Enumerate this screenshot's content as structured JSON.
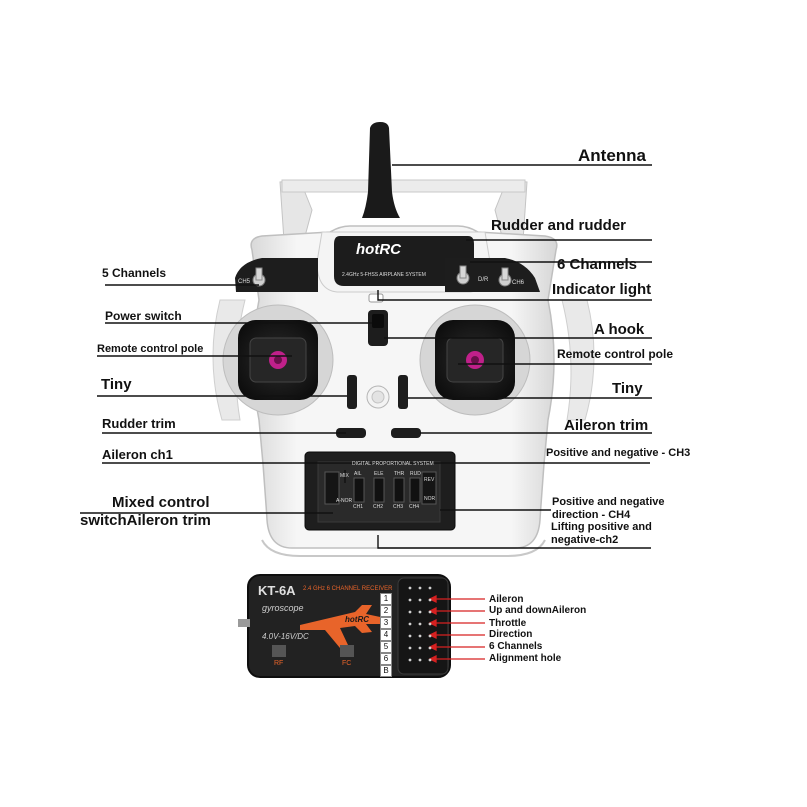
{
  "labels": {
    "antenna": "Antenna",
    "rudder_and_rudder": "Rudder and rudder",
    "five_channels": "5 Channels",
    "six_channels": "6 Channels",
    "indicator_light": "Indicator light",
    "power_switch": "Power switch",
    "a_hook": "A hook",
    "remote_pole_left": "Remote control pole",
    "remote_pole_right": "Remote control pole",
    "tiny_left": "Tiny",
    "tiny_right": "Tiny",
    "rudder_trim": "Rudder trim",
    "aileron_trim": "Aileron trim",
    "aileron_ch1": "Aileron ch1",
    "pos_neg_ch3": "Positive and negative - CH3",
    "mixed_line1": "Mixed control",
    "mixed_line2": "switchAileron trim",
    "ch4_line1": "Positive and negative",
    "ch4_line2": "direction - CH4",
    "ch2_line1": "Lifting positive and",
    "ch2_line2": "negative-ch2"
  },
  "transmitter": {
    "brand": "hotRC",
    "subtitle": "2.4GHz 5-FHSS AIRPLANE SYSTEM",
    "switch_left_text": "CH5",
    "switch_right_a": "D/R",
    "switch_right_b": "CH6",
    "panel_header": "DIGITAL PROPORTIONAL SYSTEM",
    "panel_mix": "MIX",
    "panel_anor": "A-NOR",
    "panel_rev": "REV",
    "panel_nor": "NOR",
    "panel_channels": [
      "AIL",
      "ELE",
      "THR",
      "RUD"
    ],
    "panel_bottom": [
      "CH1",
      "CH2",
      "CH3",
      "CH4"
    ]
  },
  "receiver": {
    "model": "KT-6A",
    "freq": "2.4 GHz 6 CHANNEL RECEIVER",
    "gyro": "gyroscope",
    "brand": "hotRC",
    "voltage": "4.0V-16V/DC",
    "rf": "RF",
    "fc": "FC",
    "ports": [
      "1",
      "2",
      "3",
      "4",
      "5",
      "6",
      "B"
    ],
    "port_labels": [
      "Aileron",
      "Up and downAileron",
      "Throttle",
      "Direction",
      "6 Channels",
      "Alignment hole"
    ]
  },
  "colors": {
    "body_white": "#f1f1f1",
    "body_shadow": "#c9c9c9",
    "panel_black": "#1e1e1e",
    "accent_orange": "#e8642a",
    "stick_pink": "#c0208a",
    "arrow_red": "#d62020"
  }
}
